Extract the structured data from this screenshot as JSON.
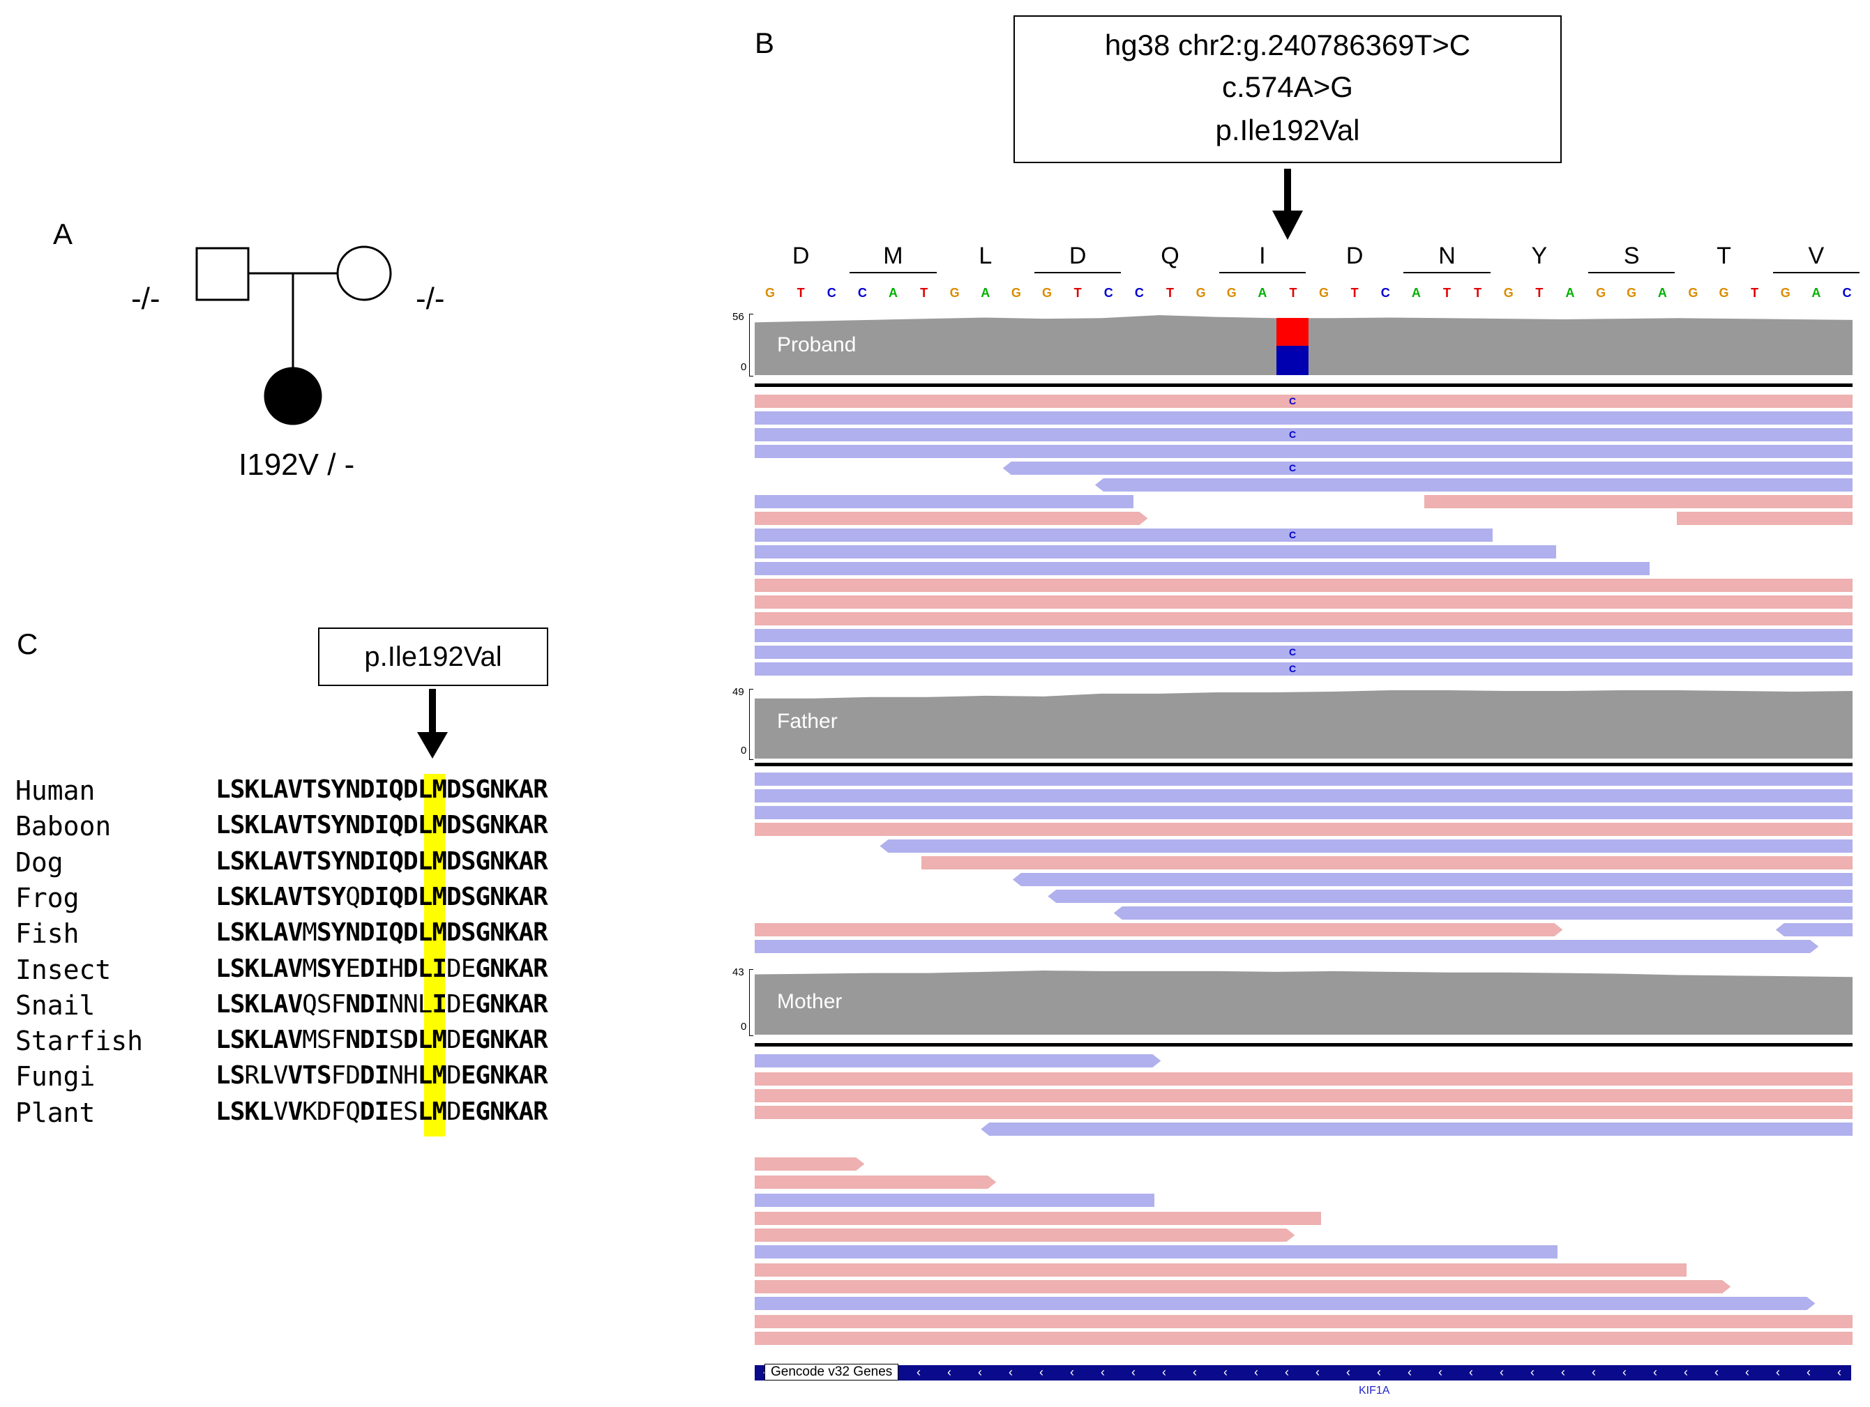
{
  "panels": {
    "a": "A",
    "b": "B",
    "c": "C"
  },
  "pedigree": {
    "father_genotype": "-/-",
    "mother_genotype": "-/-",
    "proband_genotype": "I192V / -"
  },
  "variant_box": {
    "line1": "hg38 chr2:g.240786369T>C",
    "line2": "c.574A>G",
    "line3": "p.Ile192Val"
  },
  "alignment": {
    "box_label": "p.Ile192Val",
    "rows": [
      {
        "species": "Human",
        "seq": "LSKLAVTSYNDIQDLMDSGNKAR",
        "bold": "11111111111111111111111"
      },
      {
        "species": "Baboon",
        "seq": "LSKLAVTSYNDIQDLMDSGNKAR",
        "bold": "11111111111111111111111"
      },
      {
        "species": "Dog",
        "seq": "LSKLAVTSYNDIQDLMDSGNKAR",
        "bold": "11111111111111111111111"
      },
      {
        "species": "Frog",
        "seq": "LSKLAVTSYQDIQDLMDSGNKAR",
        "bold": "11111111101111111111111"
      },
      {
        "species": "Fish",
        "seq": "LSKLAVMSYNDIQDLMDSGNKAR",
        "bold": "11111101111111111111111"
      },
      {
        "species": "Insect",
        "seq": "LSKLAVMSYEDIHDLIDEGNKAR",
        "bold": "11111101101101110011111"
      },
      {
        "species": "Snail",
        "seq": "LSKLAVQSFNDINNLIDEGNKAR",
        "bold": "11111100011100010011111"
      },
      {
        "species": "Starfish",
        "seq": "LSKLAVMSFNDISDLMDEGNKAR",
        "bold": "11111100011101110111111"
      },
      {
        "species": "Fungi",
        "seq": "LSRLVVTSFDDINHLMDEGNKAR",
        "bold": "11010111001100110111111"
      },
      {
        "species": "Plant",
        "seq": "LSKLVVKDFQDIESLMDEGNKAR",
        "bold": "11110100001100110111111"
      }
    ]
  },
  "igv": {
    "amino_acids": [
      "D",
      "M",
      "L",
      "D",
      "Q",
      "I",
      "D",
      "N",
      "Y",
      "S",
      "T",
      "V"
    ],
    "nucleotides": "GTCCATGAGGTCCTGGATGTCATTGTAGGAGGTGAC",
    "colors": {
      "A": "#00b000",
      "C": "#0000cc",
      "G": "#d98c00",
      "T": "#e00000"
    },
    "read_fwd_color": "#eeb0b0",
    "read_rev_color": "#b0b0ee",
    "coverage_color": "#999999",
    "mismatch_base": "C",
    "tracks": [
      {
        "name": "Proband",
        "max": "56",
        "min": "0"
      },
      {
        "name": "Father",
        "max": "49",
        "min": "0"
      },
      {
        "name": "Mother",
        "max": "43",
        "min": "0"
      }
    ],
    "gene_track_label": "Gencode v32 Genes",
    "gene_name": "KIF1A"
  }
}
